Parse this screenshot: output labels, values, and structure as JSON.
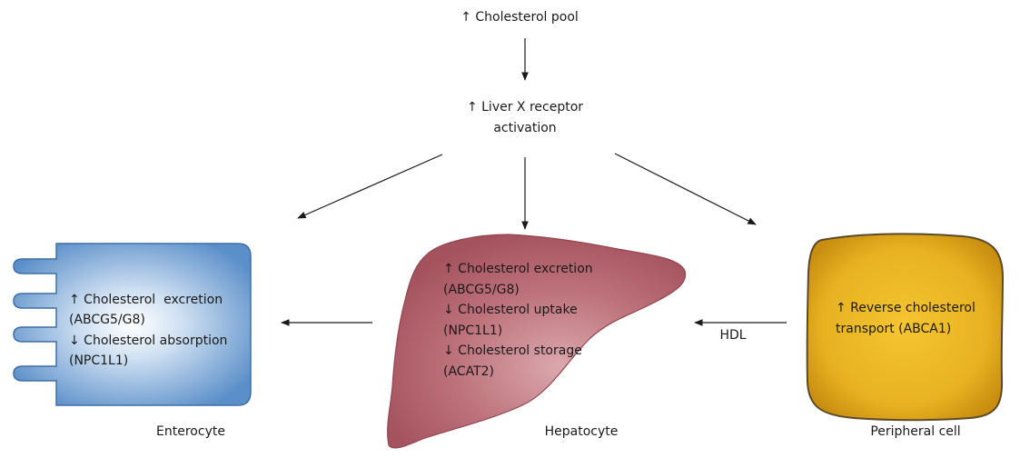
{
  "top": {
    "cholesterol_pool": "↑ Cholesterol pool",
    "lxr_line1": "↑ Liver X receptor",
    "lxr_line2": "activation"
  },
  "enterocyte": {
    "lines": [
      "↑ Cholesterol  excretion",
      "(ABCG5/G8)",
      "↓ Cholesterol absorption",
      "(NPC1L1)"
    ],
    "caption": "Enterocyte",
    "color": "#5b8fc9"
  },
  "hepatocyte": {
    "lines": [
      "↑ Cholesterol excretion",
      "(ABCG5/G8)",
      "↓ Cholesterol uptake",
      "(NPC1L1)",
      "↓ Cholesterol storage",
      "(ACAT2)"
    ],
    "caption": "Hepatocyte",
    "color": "#b4646e"
  },
  "peripheral": {
    "lines": [
      "↑ Reverse cholesterol",
      "transport (ABCA1)"
    ],
    "caption": "Peripheral cell",
    "color": "#e3b12a"
  },
  "hdl_label": "HDL"
}
